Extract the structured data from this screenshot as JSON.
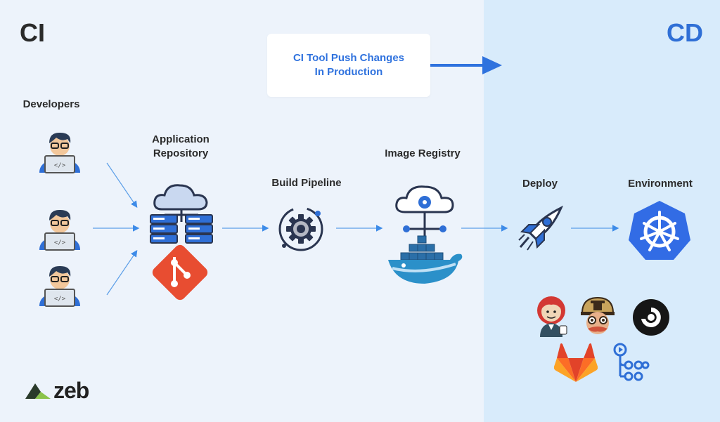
{
  "sections": {
    "ci": "CI",
    "cd": "CD"
  },
  "callout": {
    "line1": "CI Tool Push Changes",
    "line2": "In Production"
  },
  "stages": {
    "developers": "Developers",
    "app_repo_line1": "Application",
    "app_repo_line2": "Repository",
    "build_pipeline": "Build Pipeline",
    "image_registry": "Image Registry",
    "deploy": "Deploy",
    "environment": "Environment"
  },
  "tools": [
    "jenkins-icon",
    "travis-ci-icon",
    "circleci-icon",
    "gitlab-icon",
    "github-actions-icon"
  ],
  "brand": {
    "name": "zeb"
  },
  "colors": {
    "ci_bg": "#edf3fb",
    "cd_bg": "#d8ebfb",
    "accent": "#2f72de",
    "kubernetes": "#326ce5",
    "git": "#e84d31",
    "docker": "#2b90c9"
  }
}
